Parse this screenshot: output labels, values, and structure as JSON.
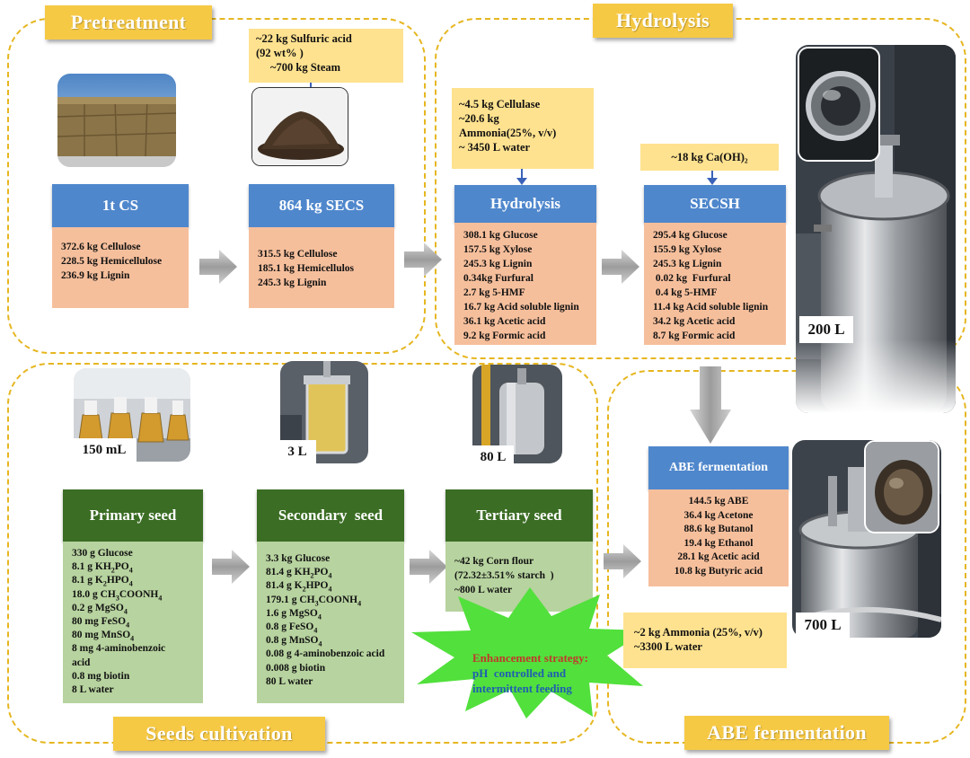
{
  "sections": {
    "pretreatment": "Pretreatment",
    "hydrolysis": "Hydrolysis",
    "seeds": "Seeds cultivation",
    "abe": "ABE fermentation"
  },
  "pretreatment": {
    "acid_note": [
      "~22 kg Sulfuric acid",
      "(92 wt% )",
      "~700 kg Steam"
    ],
    "cs": {
      "title": "1t CS",
      "items": [
        "372.6 kg Cellulose",
        "228.5 kg Hemicellulose",
        "236.9 kg Lignin"
      ]
    },
    "secs": {
      "title": "864 kg SECS",
      "items": [
        "315.5 kg Cellulose",
        "185.1 kg Hemicellulos",
        "245.3 kg Lignin"
      ]
    }
  },
  "hydrolysis": {
    "enzyme_note": [
      "~4.5 kg Cellulase",
      "~20.6 kg",
      "Ammonia(25%, v/v)",
      "~   3450 L water"
    ],
    "lime_note": "~18 kg Ca(OH)₂",
    "hydrolysis_box": {
      "title": "Hydrolysis",
      "items": [
        "308.1 kg Glucose",
        "157.5 kg Xylose",
        "245.3 kg Lignin",
        "0.34kg  Furfural",
        "2.7 kg 5-HMF",
        "16.7 kg  Acid soluble lignin",
        "36.1 kg Acetic acid",
        "9.2 kg Formic acid"
      ]
    },
    "secsh": {
      "title": "SECSH",
      "items": [
        "295.4 kg Glucose",
        "155.9 kg Xylose",
        "245.3 kg Lignin",
        " 0.02 kg  Furfural",
        " 0.4 kg 5-HMF",
        "11.4 kg  Acid soluble lignin",
        "34.2 kg Acetic acid",
        "8.7 kg Formic acid"
      ]
    },
    "reactor_label": "200 L"
  },
  "seeds": {
    "primary": {
      "photo_label": "150 mL",
      "title": "Primary seed",
      "items": [
        "330 g Glucose",
        "8.1 g KH₂PO₄",
        "8.1 g K₂HPO₄",
        "18.0 g CH₃COONH₄",
        "0.2 g MgSO₄",
        "80 mg FeSO₄",
        "80 mg MnSO₄",
        "8 mg 4-aminobenzoic",
        "acid",
        "0.8 mg biotin",
        "8 L water"
      ]
    },
    "secondary": {
      "photo_label": "3 L",
      "title": "Secondary  seed",
      "items": [
        "3.3 kg Glucose",
        "81.4 g KH₂PO₄",
        "81.4 g K₂HPO₄",
        "179.1 g CH₃COONH₄",
        "1.6 g MgSO₄",
        "0.8 g FeSO₄",
        "0.8 g MnSO₄",
        "0.08 g 4-aminobenzoic acid",
        "0.008 g biotin",
        "80 L water"
      ]
    },
    "tertiary": {
      "photo_label": "80 L",
      "title": "Tertiary seed",
      "items": [
        "~42 kg Corn flour",
        "(72.32±3.51% starch  )",
        "~800 L water"
      ]
    }
  },
  "abe": {
    "title": "ABE fermentation",
    "items": [
      "144.5 kg ABE",
      "36.4 kg Acetone",
      "88.6 kg Butanol",
      "19.4 kg Ethanol",
      "28.1 kg Acetic acid",
      "10.8 kg Butyric acid"
    ],
    "ammonia_note": [
      "~2 kg Ammonia (25%, v/v)",
      "~3300 L water"
    ],
    "reactor_label": "700 L"
  },
  "enhancement": {
    "heading": "Enhancement strategy:",
    "lines": [
      "pH  controlled and",
      "intermittent feeding"
    ]
  },
  "colors": {
    "section_tag": "#f6c945",
    "dashed_border": "#e6b620",
    "note": "#ffe28f",
    "blue_header": "#4f87cc",
    "peach_body": "#f6bf9c",
    "green_header": "#3b6d24",
    "green_body": "#b7d39f",
    "starburst": "#52e03c",
    "heading_red": "#c0392b",
    "text_blue": "#1f5fb0"
  }
}
